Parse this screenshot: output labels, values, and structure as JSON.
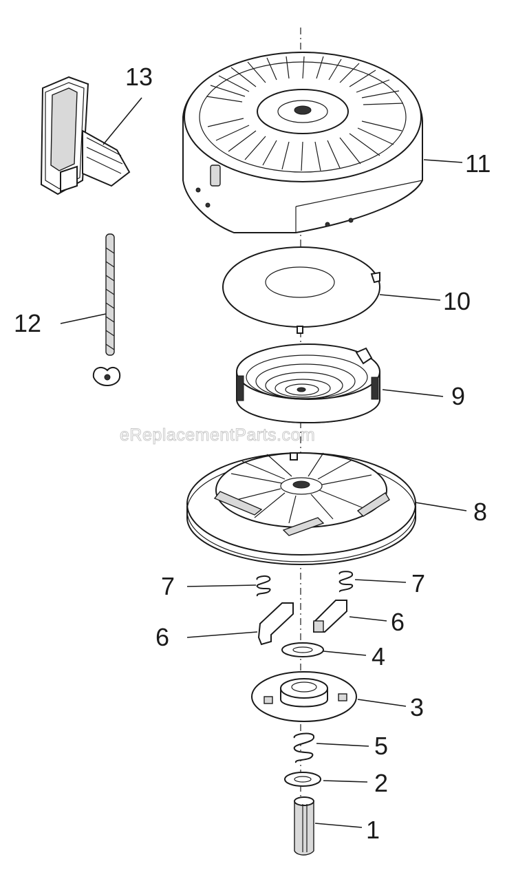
{
  "watermark": "eReplacementParts.com",
  "callouts": {
    "p1": "1",
    "p2": "2",
    "p3": "3",
    "p4": "4",
    "p5": "5",
    "p6_left": "6",
    "p6_right": "6",
    "p7_left": "7",
    "p7_right": "7",
    "p8": "8",
    "p9": "9",
    "p10": "10",
    "p11": "11",
    "p12": "12",
    "p13": "13"
  }
}
